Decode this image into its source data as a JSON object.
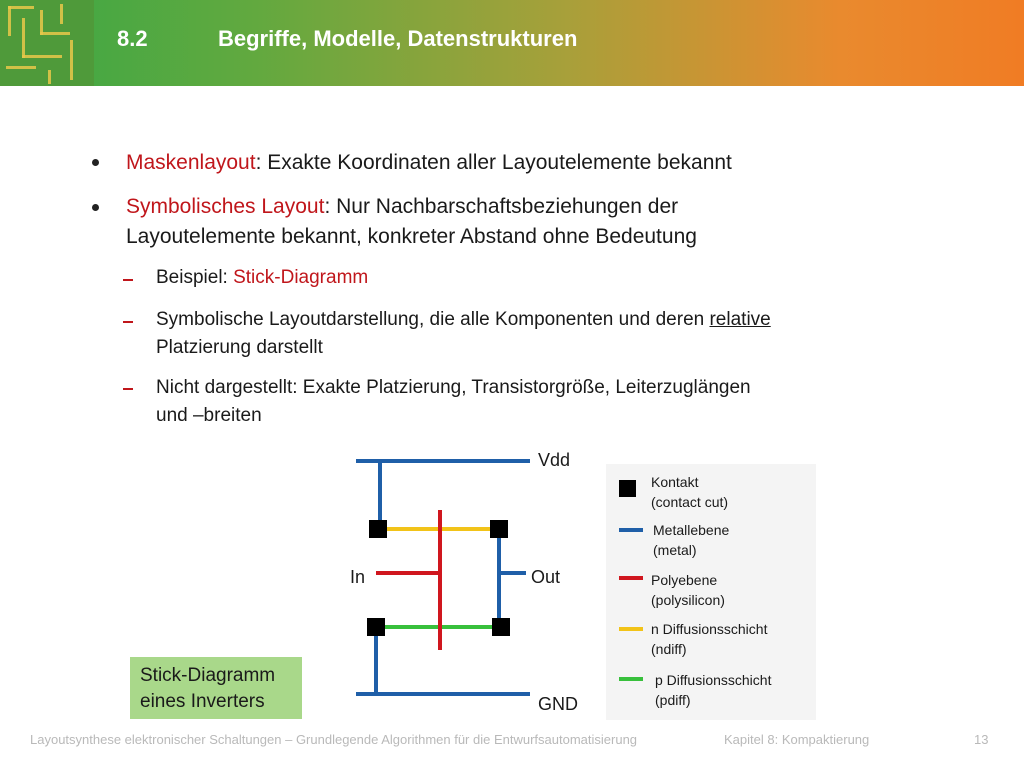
{
  "header": {
    "number": "8.2",
    "title": "Begriffe, Modelle, Datenstrukturen"
  },
  "bullets": {
    "b1": {
      "term": "Maskenlayout",
      "rest": ": Exakte Koordinaten aller Layoutelemente bekannt"
    },
    "b2": {
      "term": "Symbolisches Layout",
      "rest": ": Nur Nachbarschaftsbeziehungen der",
      "line2": "Layoutelemente bekannt, konkreter Abstand ohne Bedeutung"
    },
    "s1": {
      "pre": "Beispiel: ",
      "term": "Stick-Diagramm"
    },
    "s2": {
      "pre": "Symbolische Layoutdarstellung, die alle Komponenten und deren ",
      "underlined": "relative",
      "line2": "Platzierung darstellt"
    },
    "s3": {
      "line1": "Nicht dargestellt: Exakte Platzierung, Transistorgröße, Leiterzuglängen",
      "line2": "und –breiten"
    }
  },
  "diagram": {
    "vdd": "Vdd",
    "in": "In",
    "out": "Out",
    "gnd": "GND"
  },
  "legend": {
    "contact": {
      "line1": "Kontakt",
      "line2": "(contact cut)"
    },
    "metal": {
      "line1": "Metallebene",
      "line2": "(metal)"
    },
    "poly": {
      "line1": "Polyebene",
      "line2": "(polysilicon)"
    },
    "ndiff": {
      "line1": "n Diffusionsschicht",
      "line2": "(ndiff)"
    },
    "pdiff": {
      "line1": "p Diffusionsschicht",
      "line2": "(pdiff)"
    }
  },
  "caption": {
    "line1": "Stick-Diagramm",
    "line2": "eines Inverters"
  },
  "footer": {
    "course": "Layoutsynthese elektronischer Schaltungen – Grundlegende Algorithmen für die Entwurfsautomatisierung",
    "chapter": "Kapitel 8: Kompaktierung",
    "page": "13"
  },
  "colors": {
    "metal": "#1f5fa8",
    "poly": "#d0161e",
    "ndiff": "#f2c318",
    "pdiff": "#38c03c",
    "contact": "#000000",
    "accent_red": "#c0161b"
  }
}
